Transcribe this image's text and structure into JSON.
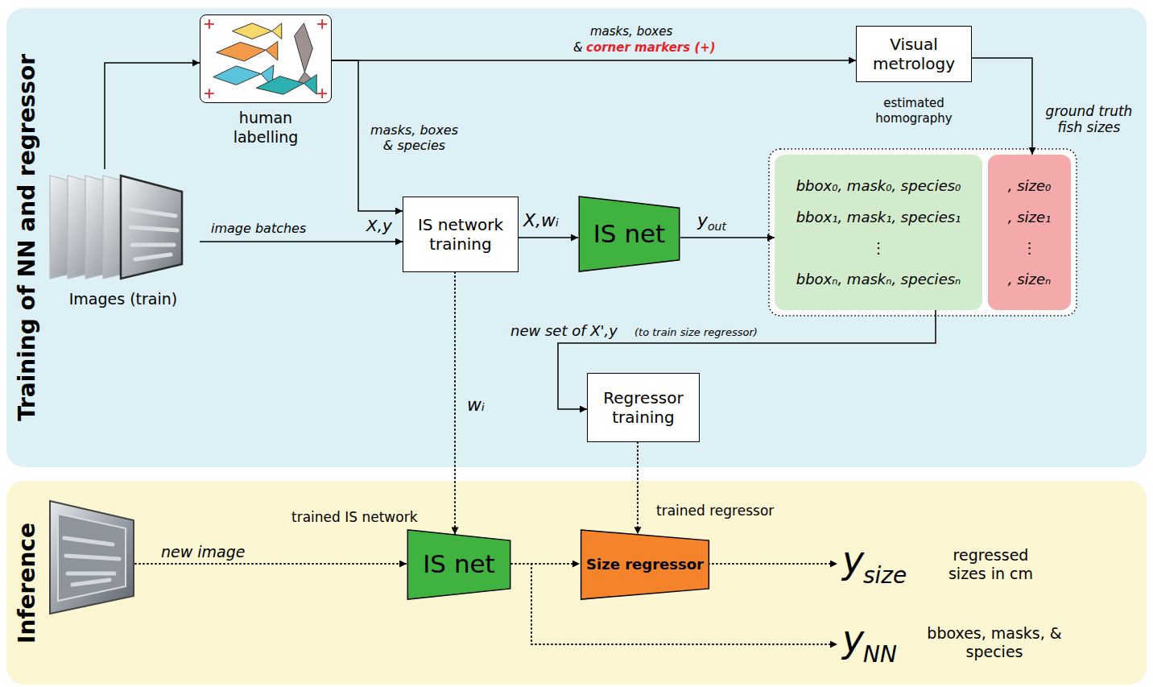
{
  "diagram": {
    "nodes": [
      {
        "text": [
          "Training of NN and regressor"
        ]
      },
      {
        "text": [
          "human labelling"
        ],
        "in": 0
      },
      {
        "text": [
          "Visual metrology",
          "estimated homography"
        ],
        "in": 0
      },
      {
        "text": [
          "Images (train)"
        ],
        "in": 0
      },
      {
        "text": [
          "IS network training"
        ],
        "in": 0
      },
      {
        "text": [
          "IS net"
        ],
        "in": 0
      },
      {
        "text": [
          "bbox₀, mask₀, species₀",
          "bbox₁, mask₁, species₁",
          "⋮",
          "bboxₙ, maskₙ, speciesₙ"
        ],
        "in": 0
      },
      {
        "text": [
          ", size₀",
          ", size₁",
          "⋮",
          ", sizeₙ"
        ],
        "in": 0
      },
      {
        "text": [
          "Regressor training"
        ],
        "in": 0
      },
      {
        "text": [
          "Inference"
        ]
      },
      {
        "text": [
          "IS net"
        ],
        "in": 9
      },
      {
        "text": [
          "Size regressor"
        ],
        "in": 9
      }
    ],
    "edges": [
      {
        "from": 3,
        "to": 1,
        "arrow": "to"
      },
      {
        "from": 3,
        "to": 4,
        "arrow": "to",
        "label": "image batches"
      },
      {
        "from": 1,
        "to": 2,
        "arrow": "to",
        "label": "masks, boxes"
      },
      {
        "from": 1,
        "to": 4,
        "arrow": "to",
        "label": "masks, boxes & species"
      },
      {
        "from": 4,
        "to": 5,
        "arrow": "to",
        "label": "X,wᵢ"
      },
      {
        "from": 5,
        "to": 6,
        "arrow": "to"
      },
      {
        "from": 2,
        "to": 7,
        "arrow": "to",
        "label": "ground truth fish sizes"
      },
      {
        "from": 6,
        "to": 8,
        "arrow": "to",
        "label": "new set of X',y"
      },
      {
        "from": 4,
        "to": 10,
        "arrow": "to",
        "label": "wᵢ"
      },
      {
        "from": 8,
        "to": 11,
        "arrow": "to"
      },
      {
        "from": 10,
        "to": 11,
        "arrow": "to"
      }
    ],
    "labels": [
      "&",
      "corner markers (+)",
      "X,y",
      "y",
      "out",
      "(to train size regressor)",
      "trained IS network",
      "trained regressor",
      "new image",
      "y",
      "size",
      "regressed sizes in cm",
      "y",
      "NN",
      "bboxes, masks, & species"
    ]
  }
}
